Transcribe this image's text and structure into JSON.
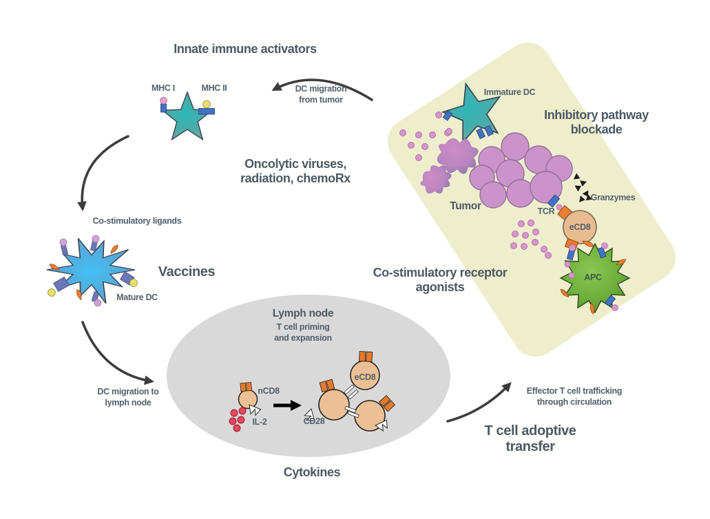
{
  "figure": {
    "description": "Cancer immunity cycle with immunotherapy intervention points"
  },
  "labels": {
    "innate_activators": "Innate immune activators",
    "mhc_i": "MHC I",
    "mhc_ii": "MHC II",
    "dc_migration_from_tumor_1": "DC migration",
    "dc_migration_from_tumor_2": "from tumor",
    "oncolytic_1": "Oncolytic viruses,",
    "oncolytic_2": "radiation, chemoRx",
    "costim_ligands": "Co-stimulatory ligands",
    "vaccines": "Vaccines",
    "mature_dc": "Mature DC",
    "dc_migration_to_lymph_1": "DC migration to",
    "dc_migration_to_lymph_2": "lymph node",
    "lymph_node": "Lymph node",
    "lymph_sub_1": "T cell priming",
    "lymph_sub_2": "and expansion",
    "ncd8": "nCD8",
    "il2": "IL-2",
    "cd28": "CD28",
    "ecd8_lymph": "eCD8",
    "cytokines": "Cytokines",
    "costim_receptor_1": "Co-stimulatory receptor",
    "costim_receptor_2": "agonists",
    "immature_dc": "Immature DC",
    "inhibitory_1": "Inhibitory pathway",
    "inhibitory_2": "blockade",
    "tumor": "Tumor",
    "tcr": "TCR",
    "granzymes": "Granzymes",
    "ecd8_panel": "eCD8",
    "apc": "APC",
    "effector_1": "Effector T cell trafficking",
    "effector_2": "through circulation",
    "adoptive_1": "T cell adoptive",
    "adoptive_2": "transfer"
  },
  "colors": {
    "text": "#53606b",
    "heading": "#4d5963",
    "panel": "#eeeecd",
    "lymph": "#d9d9d9",
    "arrow": "#3d3d3d",
    "tumor_cell": "#cb93ca",
    "t_cell": "#ecc094",
    "apc_green": "#6cae3c",
    "dc_teal": "#2fb7b5",
    "burst_blue": "#41c0f5",
    "receptor_orange": "#e47a2e",
    "il2_red": "#e8485c",
    "antigen_pink": "#d795cb",
    "mhc_blue": "#4173c4",
    "mhc_yellow": "#e7e06a",
    "ligand_violet": "#6b77b4",
    "granzyme_black": "#1c1c1c"
  }
}
